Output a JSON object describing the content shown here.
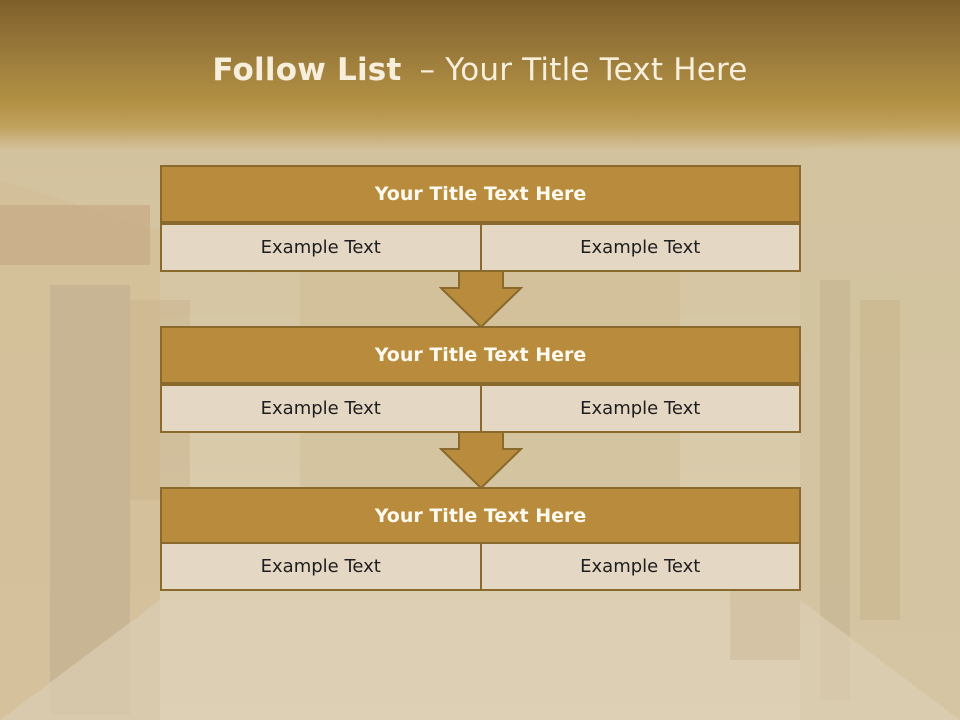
{
  "title": {
    "bold": "Follow List",
    "dash": "–",
    "rest": "Your Title Text Here"
  },
  "steps": [
    {
      "title": "Your Title Text Here",
      "left": "Example Text",
      "right": "Example Text"
    },
    {
      "title": "Your Title Text Here",
      "left": "Example Text",
      "right": "Example Text"
    },
    {
      "title": "Your Title Text Here",
      "left": "Example Text",
      "right": "Example Text"
    }
  ],
  "colors": {
    "accent": "#b88c3c",
    "border": "#8a6a2c",
    "cell_bg": "#e4d8c4",
    "title_text": "#f7efdc"
  },
  "icons": {
    "connector": "down-arrow-icon"
  }
}
